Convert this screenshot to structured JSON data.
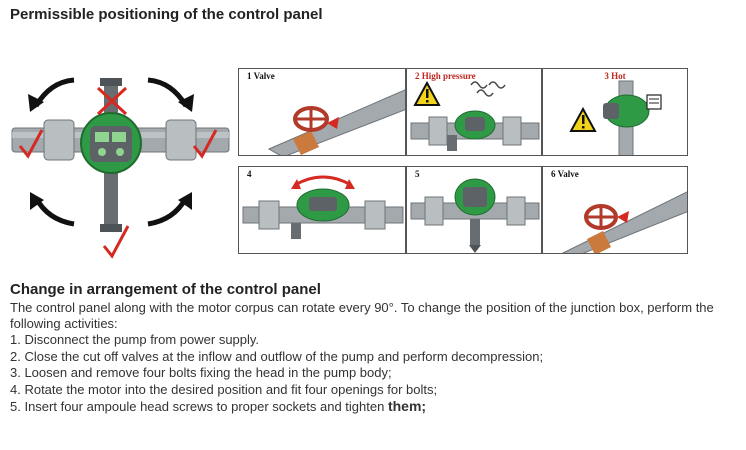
{
  "page": {
    "title": "Permissible positioning of the control panel"
  },
  "panels": [
    {
      "label": "1 Valve",
      "color": "#111111"
    },
    {
      "label": "2 High pressure",
      "color": "#c0271f"
    },
    {
      "label": "3 Hot",
      "color": "#c0271f"
    },
    {
      "label": "4",
      "color": "#111111"
    },
    {
      "label": "5",
      "color": "#111111"
    },
    {
      "label": "6 Valve",
      "color": "#111111"
    }
  ],
  "section": {
    "heading": "Change in arrangement of the control panel",
    "intro": "The control panel along with the motor corpus can rotate every 90°. To change the position of the junction box, perform the following activities:",
    "steps": [
      {
        "text": "1. Disconnect the pump from power supply."
      },
      {
        "text": "2. Close the cut off valves at the inflow and outflow of the pump and perform decompression;"
      },
      {
        "text": "3. Loosen and remove four bolts fixing the head in the pump body;"
      },
      {
        "text": "4. Rotate the motor into the desired position and fit four openings for bolts;"
      },
      {
        "text": "5. Insert four ampoule head screws to proper sockets and tighten ",
        "emphasis": "them;"
      }
    ]
  },
  "colors": {
    "pipe": "#9aa0a4",
    "pump_green": "#2f9a45",
    "pump_gray": "#5e6468",
    "check_red": "#d42a22",
    "valve_red": "#b23a2a",
    "warning_yellow": "#f2d21b"
  },
  "icons": [
    "rotate-arrow-icon",
    "check-mark-icon",
    "cross-mark-icon",
    "warning-icon",
    "steam-icon",
    "hand-icon",
    "valve-wheel-icon"
  ]
}
